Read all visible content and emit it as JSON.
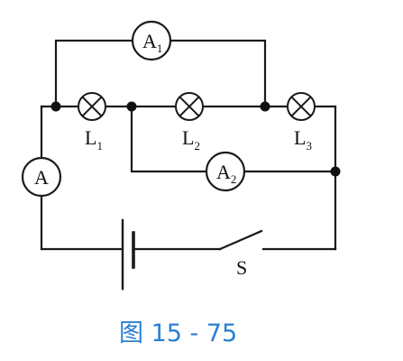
{
  "meters": {
    "a1": {
      "main": "A",
      "sub": "1"
    },
    "a2": {
      "main": "A",
      "sub": "2"
    },
    "a": {
      "main": "A"
    }
  },
  "lamps": {
    "l1": {
      "main": "L",
      "sub": "1"
    },
    "l2": {
      "main": "L",
      "sub": "2"
    },
    "l3": {
      "main": "L",
      "sub": "3"
    }
  },
  "switch_label": "S",
  "caption": "图 15 - 75",
  "colors": {
    "wire": "#1a1a1a",
    "caption": "#2a7fd0"
  }
}
